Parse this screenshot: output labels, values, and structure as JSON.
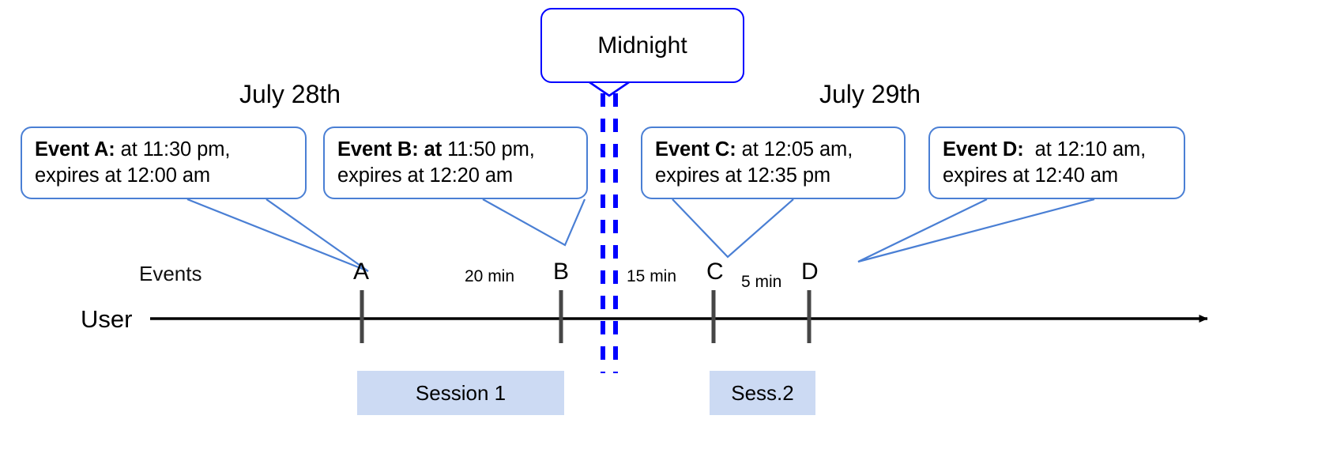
{
  "diagram": {
    "title_callout": {
      "label": "Midnight"
    },
    "day_labels": [
      {
        "name": "day-label-left",
        "text": "July 28th"
      },
      {
        "name": "day-label-right",
        "text": "July 29th"
      }
    ],
    "row_labels": {
      "events": "Events",
      "user": "User"
    },
    "events": [
      {
        "key": "A",
        "mark": "A",
        "bold": "Event A:",
        "rest": " at 11:30 pm,",
        "line2": "expires at 12:00 am",
        "at": "11:30 pm",
        "expires": "12:00 am"
      },
      {
        "key": "B",
        "mark": "B",
        "bold": "Event B: at",
        "rest": " 11:50 pm,",
        "line2": "expires at 12:20 am",
        "at": "11:50 pm",
        "expires": "12:20 am"
      },
      {
        "key": "C",
        "mark": "C",
        "bold": "Event C:",
        "rest": " at 12:05 am,",
        "line2": "expires at 12:35 pm",
        "at": "12:05 am",
        "expires": "12:35 pm"
      },
      {
        "key": "D",
        "mark": "D",
        "bold": "Event D:",
        "rest": "  at 12:10 am,",
        "line2": "expires at 12:40 am",
        "at": "12:10 am",
        "expires": "12:40 am"
      }
    ],
    "gaps": [
      {
        "name": "gap-a-b",
        "text": "20 min"
      },
      {
        "name": "gap-b-c",
        "text": "15 min"
      },
      {
        "name": "gap-c-d",
        "text": "5 min"
      }
    ],
    "sessions": [
      {
        "name": "session-1",
        "label": "Session 1"
      },
      {
        "name": "session-2",
        "label": "Sess.2"
      }
    ],
    "colors": {
      "callout_border": "#4a7fd4",
      "midnight_border": "#0000ff",
      "midnight_divider": "#0000ff",
      "session_fill": "#ccdaf3",
      "timeline": "#000000",
      "tick": "#404040"
    }
  }
}
